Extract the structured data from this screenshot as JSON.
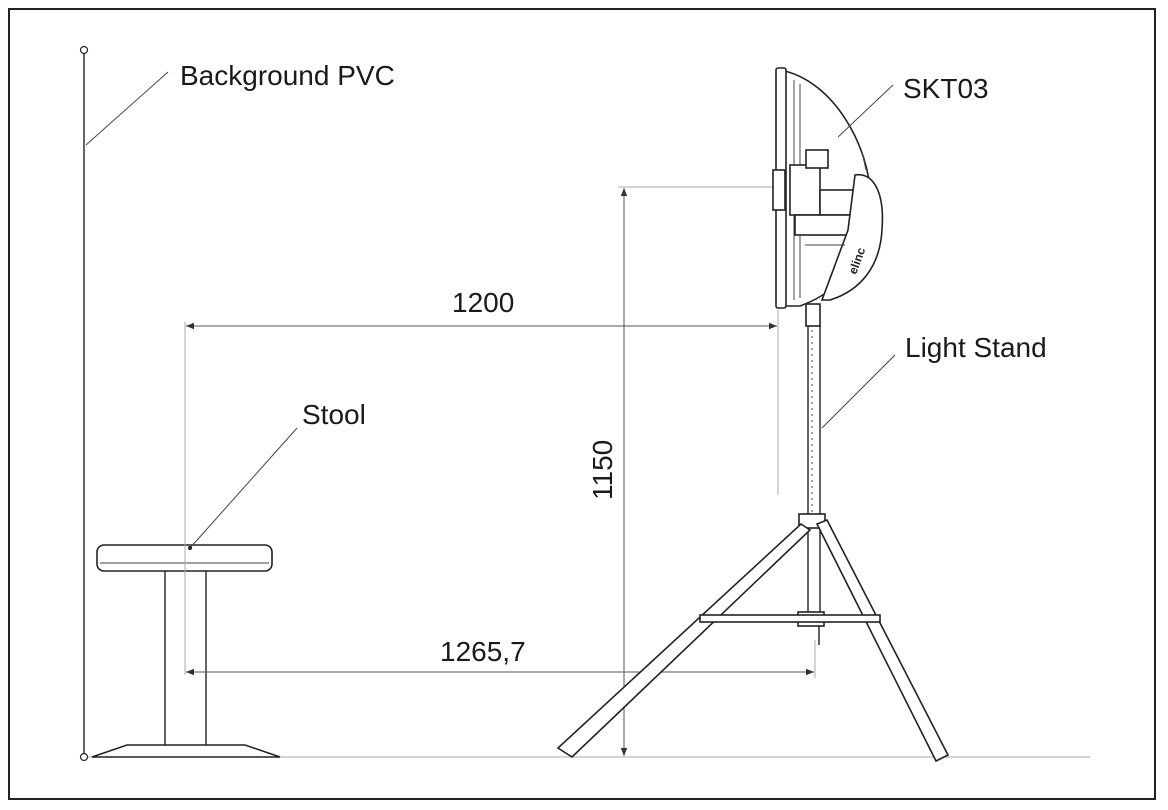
{
  "labels": {
    "background": "Background PVC",
    "lamp": "SKT03",
    "stand": "Light Stand",
    "stool": "Stool"
  },
  "dimensions": {
    "horizontal_top": "1200",
    "horizontal_bottom": "1265,7",
    "vertical": "1150"
  }
}
